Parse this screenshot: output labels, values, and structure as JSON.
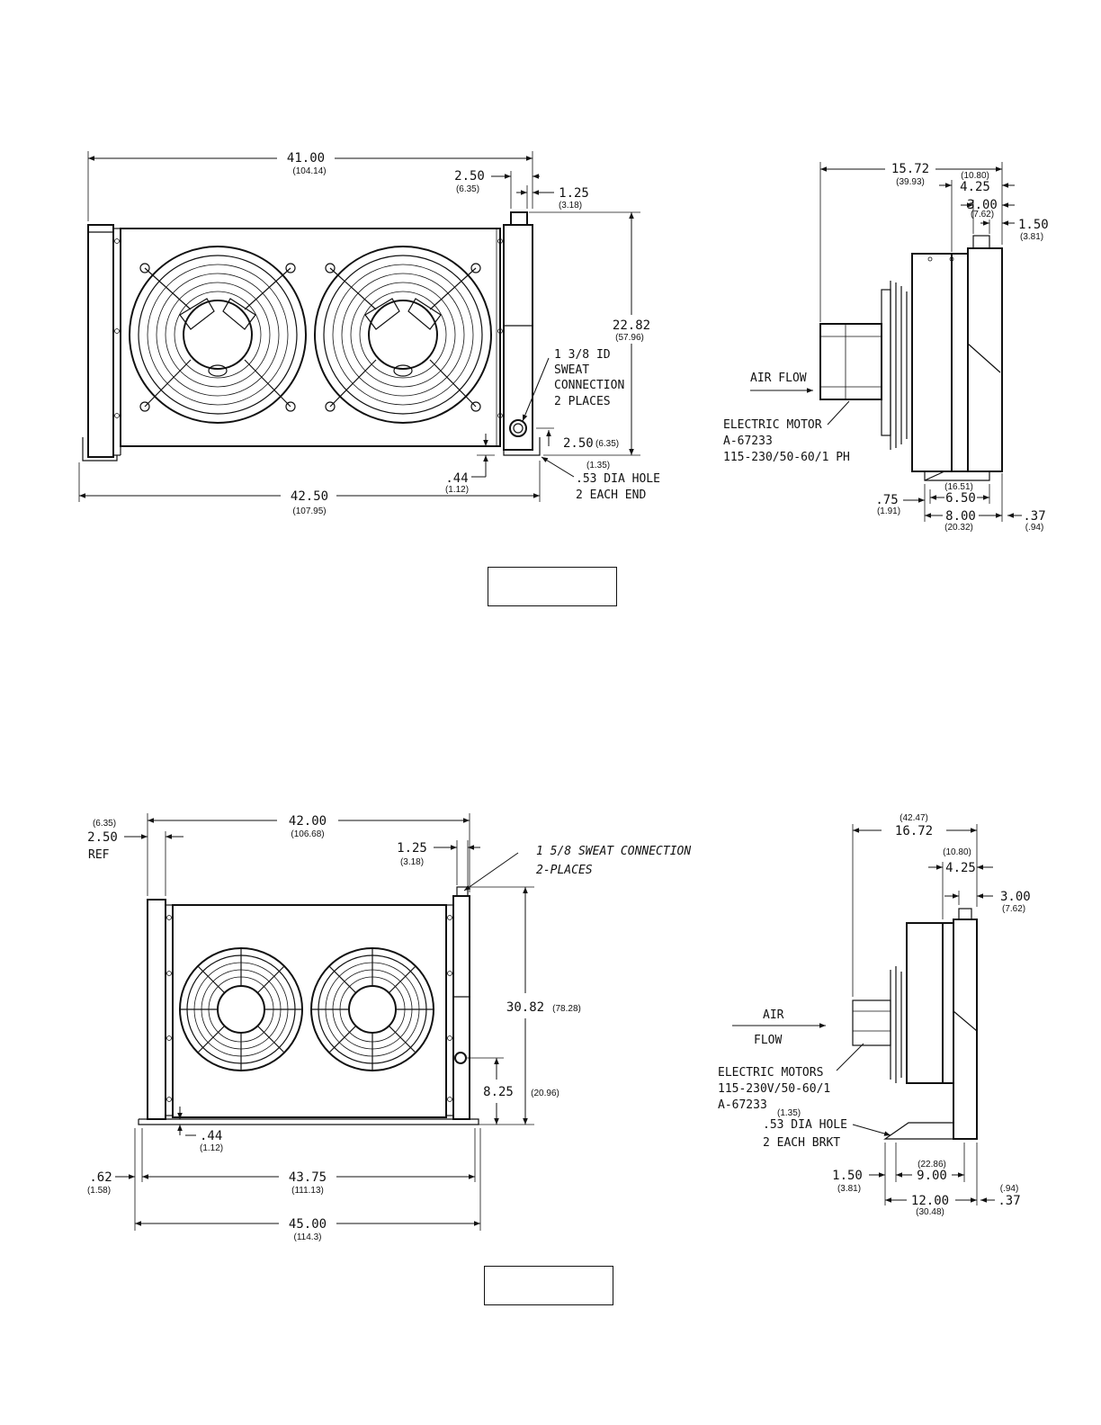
{
  "figure1": {
    "front": {
      "overall_width": "41.00",
      "overall_width_mm": "(104.14)",
      "conn_offset": "2.50",
      "conn_offset_mm": "(6.35)",
      "conn_width": "1.25",
      "conn_width_mm": "(3.18)",
      "height": "22.82",
      "height_mm": "(57.96)",
      "conn_label": [
        "1 3/8 ID",
        "SWEAT",
        "CONNECTION",
        "2 PLACES"
      ],
      "conn_height": "2.50",
      "conn_height_mm": "(6.35)",
      "hole_offset_mm": "(1.35)",
      "hole_label": [
        ".53 DIA HOLE",
        "2 EACH END"
      ],
      "foot": ".44",
      "foot_mm": "(1.12)",
      "base_width": "42.50",
      "base_width_mm": "(107.95)"
    },
    "side": {
      "depth": "15.72",
      "depth_mm": "(39.93)",
      "d2": "4.25",
      "d2_mm": "(10.80)",
      "d3": "3.00",
      "d3_mm": "(7.62)",
      "d4": "1.50",
      "d4_mm": "(3.81)",
      "air_flow": "AIR FLOW",
      "motor_label": [
        "ELECTRIC MOTOR",
        "A-67233",
        "115-230/50-60/1 PH"
      ],
      "b1": ".75",
      "b1_mm": "(1.91)",
      "b2": "6.50",
      "b2_mm": "(16.51)",
      "b3": "8.00",
      "b3_mm": "(20.32)",
      "b4": ".37",
      "b4_mm": "(.94)"
    }
  },
  "figure2": {
    "front": {
      "ref_mm": "(6.35)",
      "ref": "2.50",
      "ref_word": "REF",
      "overall_width": "42.00",
      "overall_width_mm": "(106.68)",
      "conn_width": "1.25",
      "conn_width_mm": "(3.18)",
      "conn_label": [
        "1 5/8 SWEAT CONNECTION",
        "2-PLACES"
      ],
      "height": "30.82",
      "height_mm": "(78.28)",
      "conn_height": "8.25",
      "conn_height_mm": "(20.96)",
      "foot": ".44",
      "foot_mm": "(1.12)",
      "side_off": ".62",
      "side_off_mm": "(1.58)",
      "inner_width": "43.75",
      "inner_width_mm": "(111.13)",
      "base_width": "45.00",
      "base_width_mm": "(114.3)"
    },
    "side": {
      "depth_mm": "(42.47)",
      "depth": "16.72",
      "d2_mm": "(10.80)",
      "d2": "4.25",
      "d3": "3.00",
      "d3_mm": "(7.62)",
      "air": "AIR",
      "flow": "FLOW",
      "motor_label": [
        "ELECTRIC MOTORS",
        "115-230V/50-60/1",
        "A-67233"
      ],
      "hole_offset_mm": "(1.35)",
      "hole_label": [
        ".53 DIA HOLE",
        "2 EACH BRKT"
      ],
      "b1": "1.50",
      "b1_mm": "(3.81)",
      "b2_mm": "(22.86)",
      "b2": "9.00",
      "b3": "12.00",
      "b3_mm": "(30.48)",
      "b4_mm": "(.94)",
      "b4": ".37"
    }
  }
}
